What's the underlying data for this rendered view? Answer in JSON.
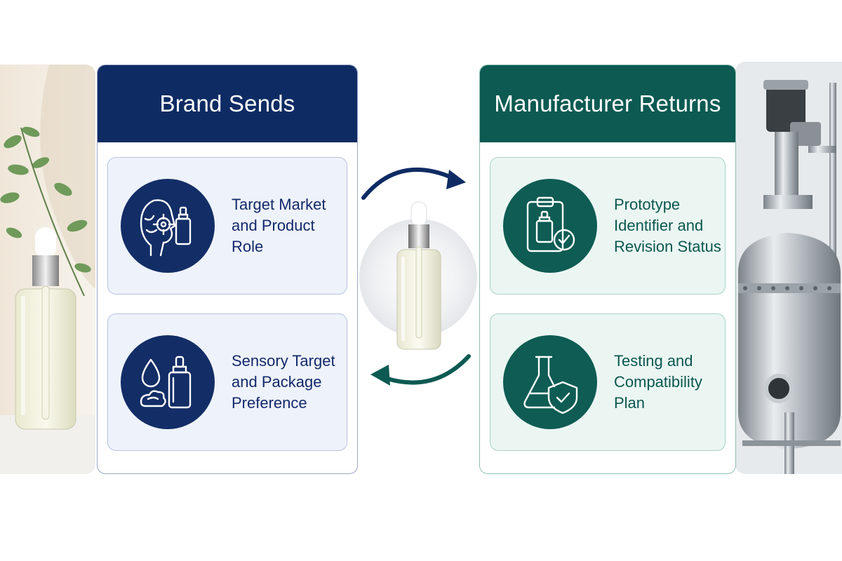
{
  "brand": {
    "title": "Brand Sends",
    "items": [
      {
        "label": "Target Market and Product Role",
        "icon": "face-target-bottle-icon"
      },
      {
        "label": "Sensory Target and Package Preference",
        "icon": "drop-cream-bottle-icon"
      }
    ]
  },
  "manufacturer": {
    "title": "Manufacturer Returns",
    "items": [
      {
        "label": "Prototype Identifier and Revision Status",
        "icon": "clipboard-bottle-check-icon"
      },
      {
        "label": "Testing and Compatibility Plan",
        "icon": "flask-shield-check-icon"
      }
    ]
  },
  "colors": {
    "brand_navy": "#0e2b63",
    "manufacturer_teal": "#0c5a52"
  }
}
